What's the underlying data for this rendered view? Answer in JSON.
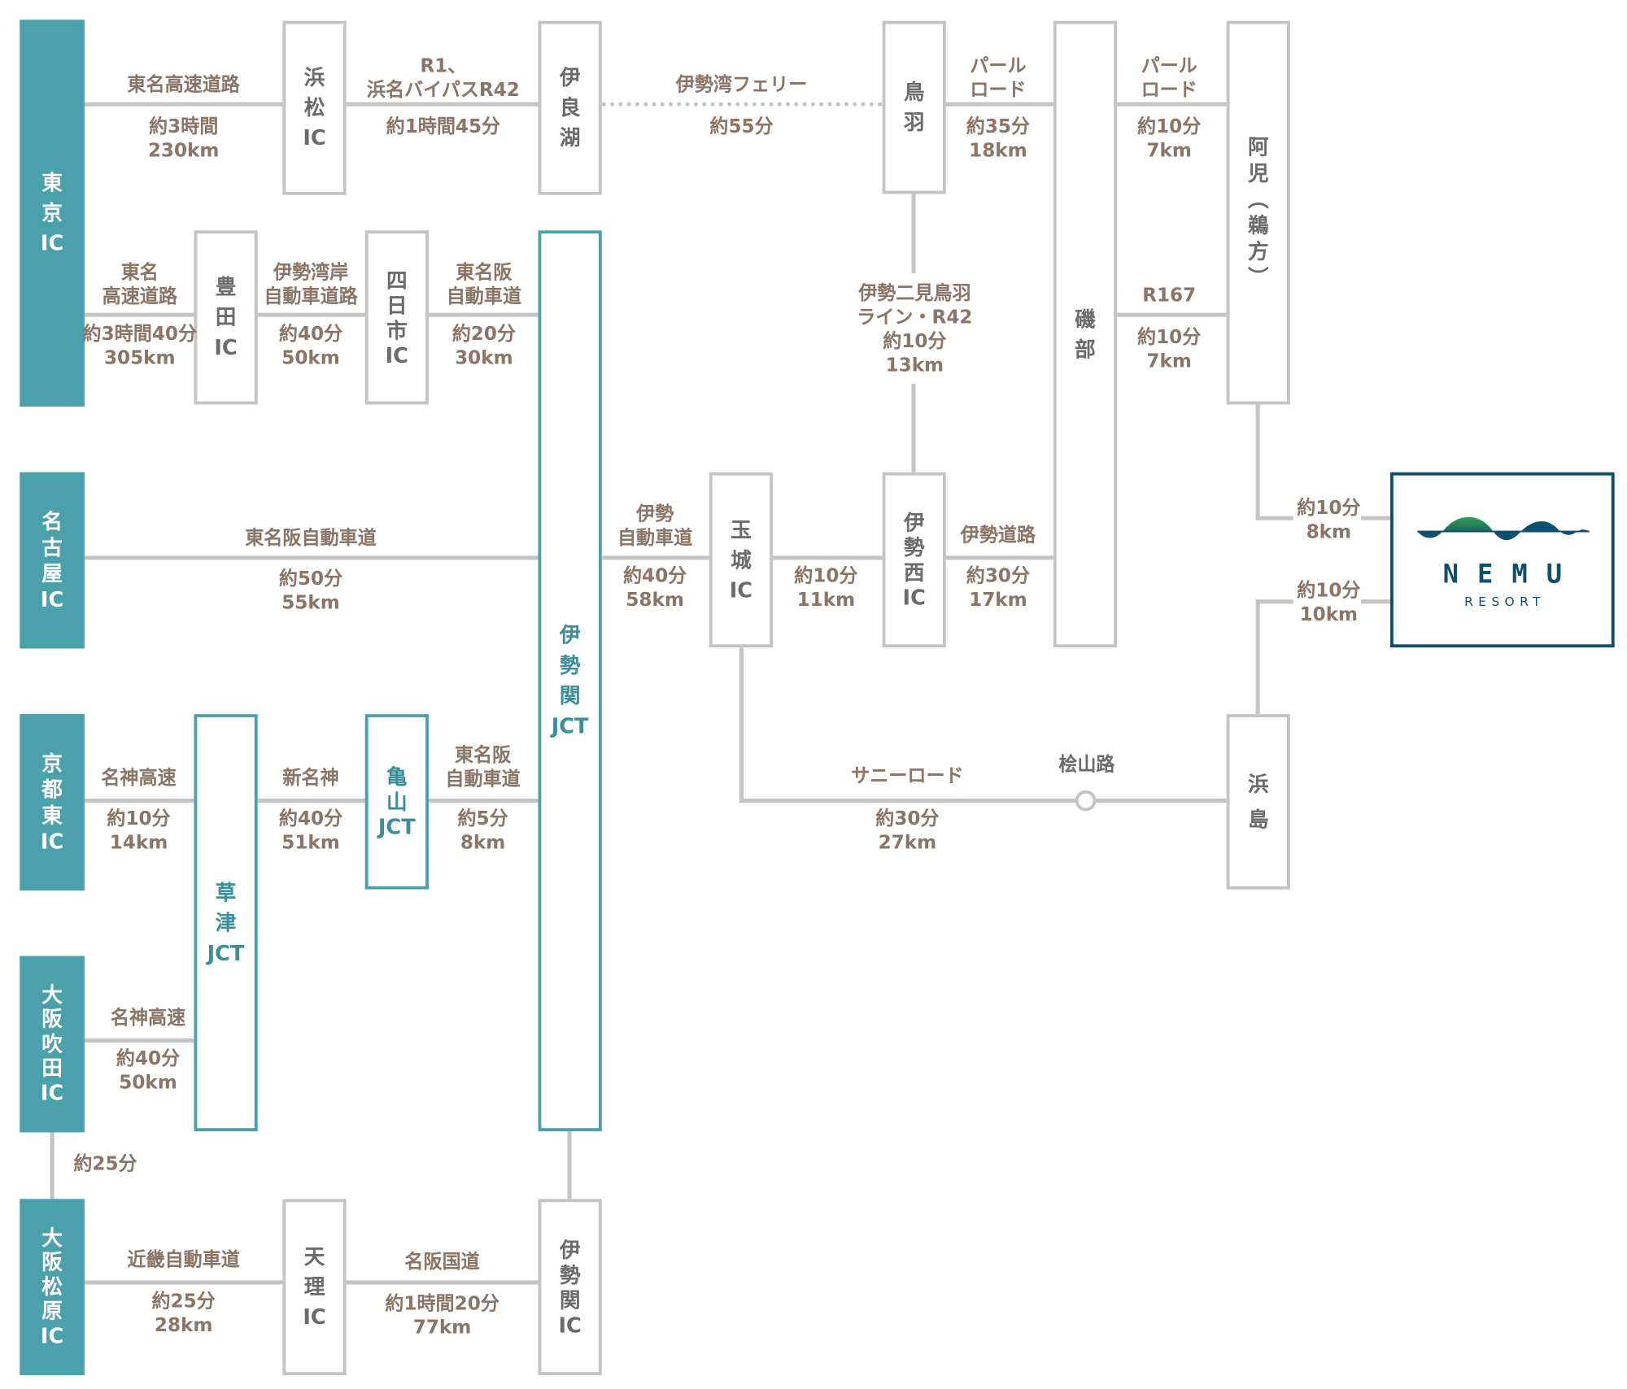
{
  "colors": {
    "teal": "#4aa0ab",
    "line": "#c4c4c4",
    "label": "#8b7566",
    "logo_navy": "#0d4f6e",
    "logo_green": "#2fa04a"
  },
  "nodes": {
    "tokyo": [
      "東",
      "京",
      "IC"
    ],
    "hamamatsu": [
      "浜",
      "松",
      "IC"
    ],
    "irago": [
      "伊",
      "良",
      "湖"
    ],
    "toba": [
      "鳥",
      "羽"
    ],
    "isobe": [
      "磯",
      "部"
    ],
    "ago": [
      "阿",
      "児",
      "︵",
      "鵜",
      "方",
      "︶"
    ],
    "toyota": [
      "豊",
      "田",
      "IC"
    ],
    "yokkaichi": [
      "四",
      "日",
      "市",
      "IC"
    ],
    "iseseki_jct": [
      "伊",
      "勢",
      "関",
      "JCT"
    ],
    "nagoya": [
      "名",
      "古",
      "屋",
      "IC"
    ],
    "tamaki": [
      "玉",
      "城",
      "IC"
    ],
    "isenishi": [
      "伊",
      "勢",
      "西",
      "IC"
    ],
    "kyotohigashi": [
      "京",
      "都",
      "東",
      "IC"
    ],
    "kusatsu": [
      "草",
      "津",
      "JCT"
    ],
    "kameyama": [
      "亀",
      "山",
      "JCT"
    ],
    "hamajima": [
      "浜",
      "島"
    ],
    "osakasuita": [
      "大",
      "阪",
      "吹",
      "田",
      "IC"
    ],
    "osakamatsubara": [
      "大",
      "阪",
      "松",
      "原",
      "IC"
    ],
    "tenri": [
      "天",
      "理",
      "IC"
    ],
    "iseseki_ic": [
      "伊",
      "勢",
      "関",
      "IC"
    ]
  },
  "destination": {
    "name": "NEMU",
    "sub": "RESORT"
  },
  "routes": {
    "r1_road": "東名高速道路",
    "r1_time": "約3時間\n230km",
    "r2_road": "R1、\n浜名バイパスR42",
    "r2_time": "約1時間45分",
    "r3_road": "伊勢湾フェリー",
    "r3_time": "約55分",
    "r4_road": "パール\nロード",
    "r4_time": "約35分\n18km",
    "r5_road": "パール\nロード",
    "r5_time": "約10分\n7km",
    "r6_road": "東名\n高速道路",
    "r6_time": "約3時間40分\n305km",
    "r7_road": "伊勢湾岸\n自動車道路",
    "r7_time": "約40分\n50km",
    "r8_road": "東名阪\n自動車道",
    "r8_time": "約20分\n30km",
    "r9_road": "伊勢二見鳥羽\nライン・R42",
    "r9_time": "約10分\n13km",
    "r10_road": "R167",
    "r10_time": "約10分\n7km",
    "r11_road": "東名阪自動車道",
    "r11_time": "約50分\n55km",
    "r12_road": "伊勢\n自動車道",
    "r12_time": "約40分\n58km",
    "r13_time": "約10分\n11km",
    "r14_road": "伊勢道路",
    "r14_time": "約30分\n17km",
    "r15_time": "約10分\n8km",
    "r16_time": "約10分\n10km",
    "r17_road": "名神高速",
    "r17_time": "約10分\n14km",
    "r18_road": "新名神",
    "r18_time": "約40分\n51km",
    "r19_road": "東名阪\n自動車道",
    "r19_time": "約5分\n8km",
    "r20_road": "サニーロード",
    "r20_time": "約30分\n27km",
    "r20_point": "桧山路",
    "r21_road": "名神高速",
    "r21_time": "約40分\n50km",
    "r22_time": "約25分",
    "r23_road": "近畿自動車道",
    "r23_time": "約25分\n28km",
    "r24_road": "名阪国道",
    "r24_time": "約1時間20分\n77km"
  }
}
